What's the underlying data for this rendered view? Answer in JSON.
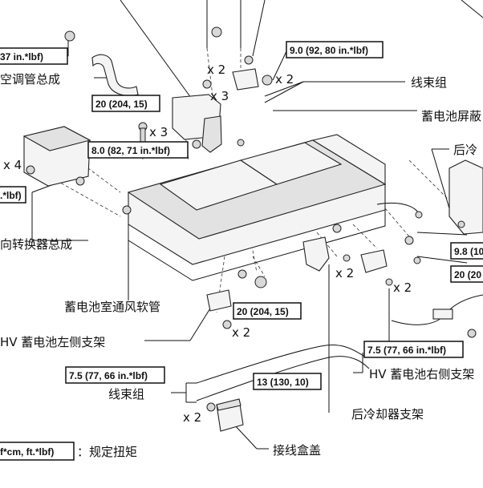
{
  "torque_specs": {
    "t1": "37 in.*lbf)",
    "t2": "9.0 (92, 80 in.*lbf)",
    "t3": "20 (204, 15)",
    "t4": "8.0 (82, 71 in.*lbf)",
    "t5": ".*lbf)",
    "t6": "9.8 (10",
    "t7": "20 (20",
    "t8": "20 (204, 15)",
    "t9": "7.5 (77, 66 in.*lbf)",
    "t10": "7.5 (77, 66 in.*lbf)",
    "t11": "13 (130, 10)"
  },
  "quantities": {
    "q1": "x 2",
    "q2": "x 2",
    "q3": "x 3",
    "q4": "x 3",
    "q5": "x 4",
    "q6": "x 2",
    "q7": "x 2",
    "q8": "x 2",
    "q9": "x 2"
  },
  "labels": {
    "ac_duct": "空调管总成",
    "wire_harness_top": "线束组",
    "battery_shield": "蓄电池屏蔽",
    "rear_cooler": "后冷",
    "converter": "向转换器总成",
    "vent_hose": "蓄电池室通风软管",
    "left_bracket": "HV 蓄电池左侧支架",
    "right_bracket": "HV 蓄电池右侧支架",
    "wire_harness_bottom": "线束组",
    "rear_cooler_bracket": "后冷却器支架",
    "junction_cover": "接线盒盖"
  },
  "legend": {
    "box_text": "f*cm, ft.*lbf)",
    "description": "：规定扭矩"
  }
}
